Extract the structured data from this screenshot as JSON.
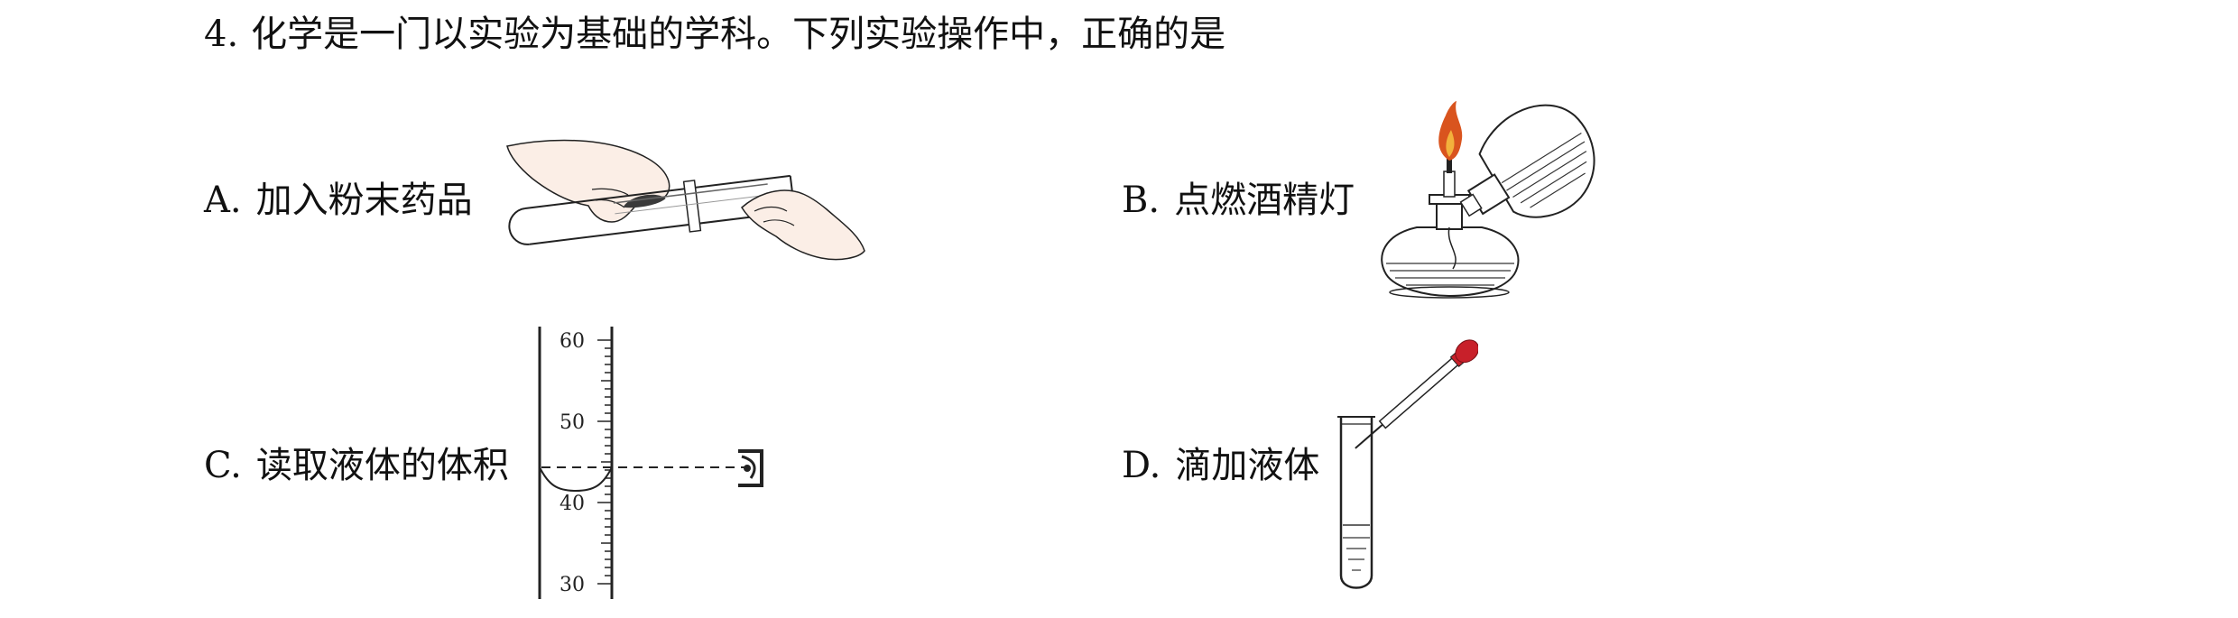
{
  "question": {
    "number": "4.",
    "text": "化学是一门以实验为基础的学科。下列实验操作中，正确的是"
  },
  "options": {
    "a": {
      "letter": "A.",
      "text": "加入粉末药品"
    },
    "b": {
      "letter": "B.",
      "text": "点燃酒精灯"
    },
    "c": {
      "letter": "C.",
      "text": "读取液体的体积"
    },
    "d": {
      "letter": "D.",
      "text": "滴加液体"
    }
  },
  "cylinder_scale": {
    "ticks": [
      "60",
      "50",
      "40",
      "30"
    ]
  },
  "colors": {
    "text": "#111111",
    "flame_outer": "#d9541e",
    "flame_inner": "#f3b13c",
    "dropper_bulb": "#c8202a",
    "skin": "#fbeee6",
    "line": "#222222"
  }
}
